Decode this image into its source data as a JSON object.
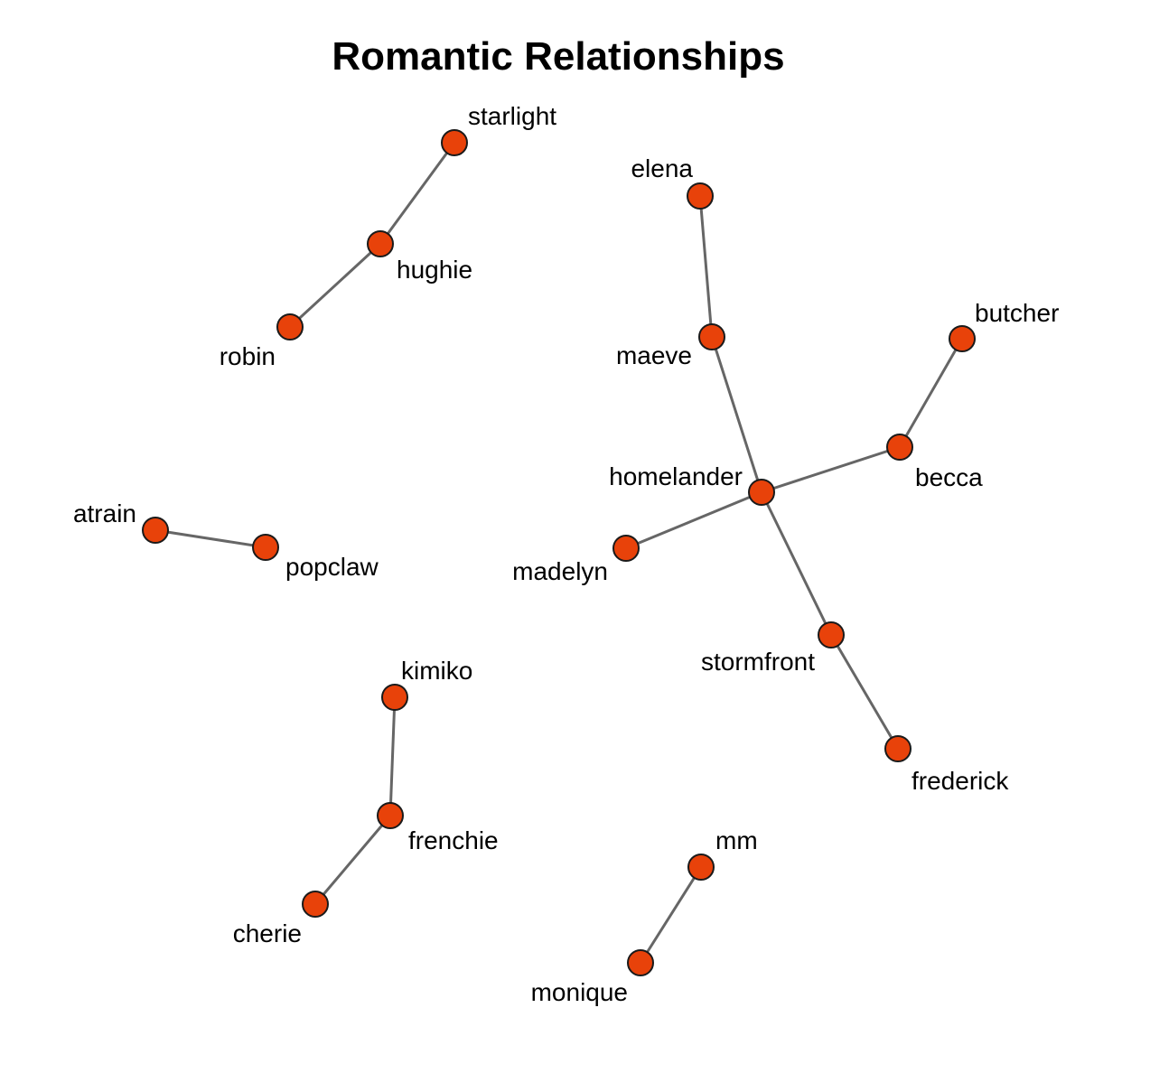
{
  "title": "Romantic Relationships",
  "colors": {
    "node_fill": "#e8420a",
    "node_stroke": "#1a1a1a",
    "edge": "#666666",
    "background": "#ffffff"
  },
  "nodes": [
    {
      "id": "starlight"
    },
    {
      "id": "hughie"
    },
    {
      "id": "robin"
    },
    {
      "id": "elena"
    },
    {
      "id": "maeve"
    },
    {
      "id": "butcher"
    },
    {
      "id": "becca"
    },
    {
      "id": "homelander"
    },
    {
      "id": "madelyn"
    },
    {
      "id": "atrain"
    },
    {
      "id": "popclaw"
    },
    {
      "id": "stormfront"
    },
    {
      "id": "frederick"
    },
    {
      "id": "kimiko"
    },
    {
      "id": "frenchie"
    },
    {
      "id": "cherie"
    },
    {
      "id": "mm"
    },
    {
      "id": "monique"
    }
  ],
  "edges": [
    {
      "source": "starlight",
      "target": "hughie"
    },
    {
      "source": "hughie",
      "target": "robin"
    },
    {
      "source": "elena",
      "target": "maeve"
    },
    {
      "source": "maeve",
      "target": "homelander"
    },
    {
      "source": "butcher",
      "target": "becca"
    },
    {
      "source": "becca",
      "target": "homelander"
    },
    {
      "source": "homelander",
      "target": "madelyn"
    },
    {
      "source": "homelander",
      "target": "stormfront"
    },
    {
      "source": "stormfront",
      "target": "frederick"
    },
    {
      "source": "atrain",
      "target": "popclaw"
    },
    {
      "source": "kimiko",
      "target": "frenchie"
    },
    {
      "source": "frenchie",
      "target": "cherie"
    },
    {
      "source": "mm",
      "target": "monique"
    }
  ]
}
